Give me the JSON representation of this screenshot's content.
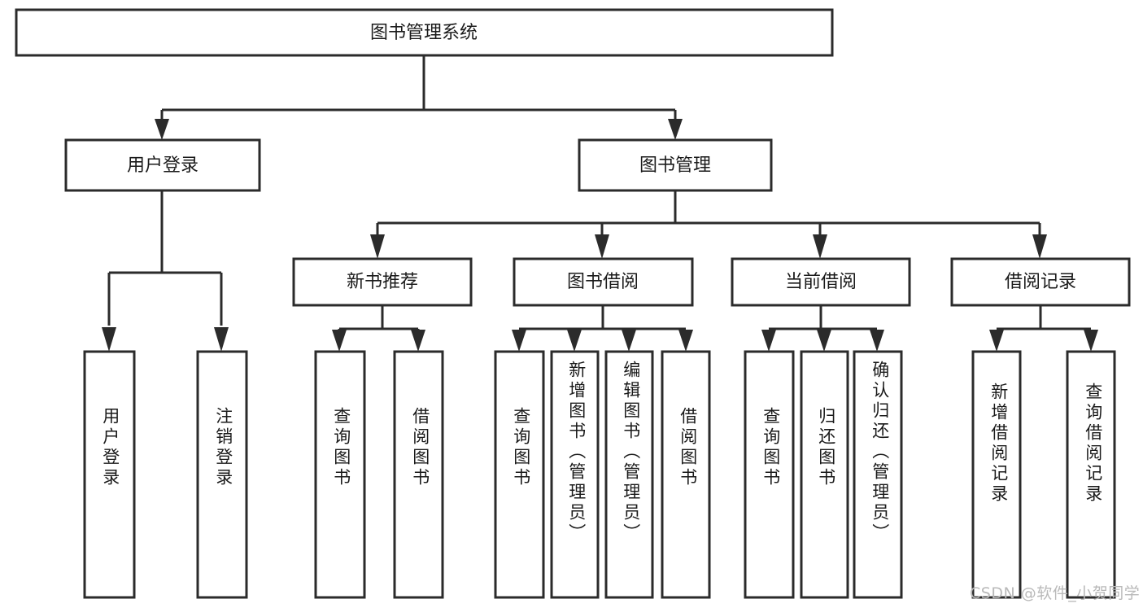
{
  "diagram": {
    "title": "图书管理系统",
    "type": "tree-hierarchy",
    "colors": {
      "box_stroke": "#2b2b2b",
      "box_fill": "#ffffff",
      "text": "#1a1a1a",
      "background": "#ffffff",
      "watermark": "#b9b9b9"
    },
    "root": {
      "label": "图书管理系统"
    },
    "level2": [
      {
        "label": "用户登录"
      },
      {
        "label": "图书管理"
      }
    ],
    "level3": [
      {
        "label": "新书推荐"
      },
      {
        "label": "图书借阅"
      },
      {
        "label": "当前借阅"
      },
      {
        "label": "借阅记录"
      }
    ],
    "leaves": {
      "user_login": [
        {
          "label": "用户登录"
        },
        {
          "label": "注销登录"
        }
      ],
      "new_book": [
        {
          "label": "查询图书"
        },
        {
          "label": "借阅图书"
        }
      ],
      "book_borrow": [
        {
          "label": "查询图书"
        },
        {
          "label": "新增图书（管理员）"
        },
        {
          "label": "编辑图书（管理员）"
        },
        {
          "label": "借阅图书"
        }
      ],
      "current_borrow": [
        {
          "label": "查询图书"
        },
        {
          "label": "归还图书"
        },
        {
          "label": "确认归还（管理员）"
        }
      ],
      "borrow_record": [
        {
          "label": "新增借阅记录"
        },
        {
          "label": "查询借阅记录"
        }
      ]
    },
    "watermark": "CSDN @软件_小贺同学"
  }
}
